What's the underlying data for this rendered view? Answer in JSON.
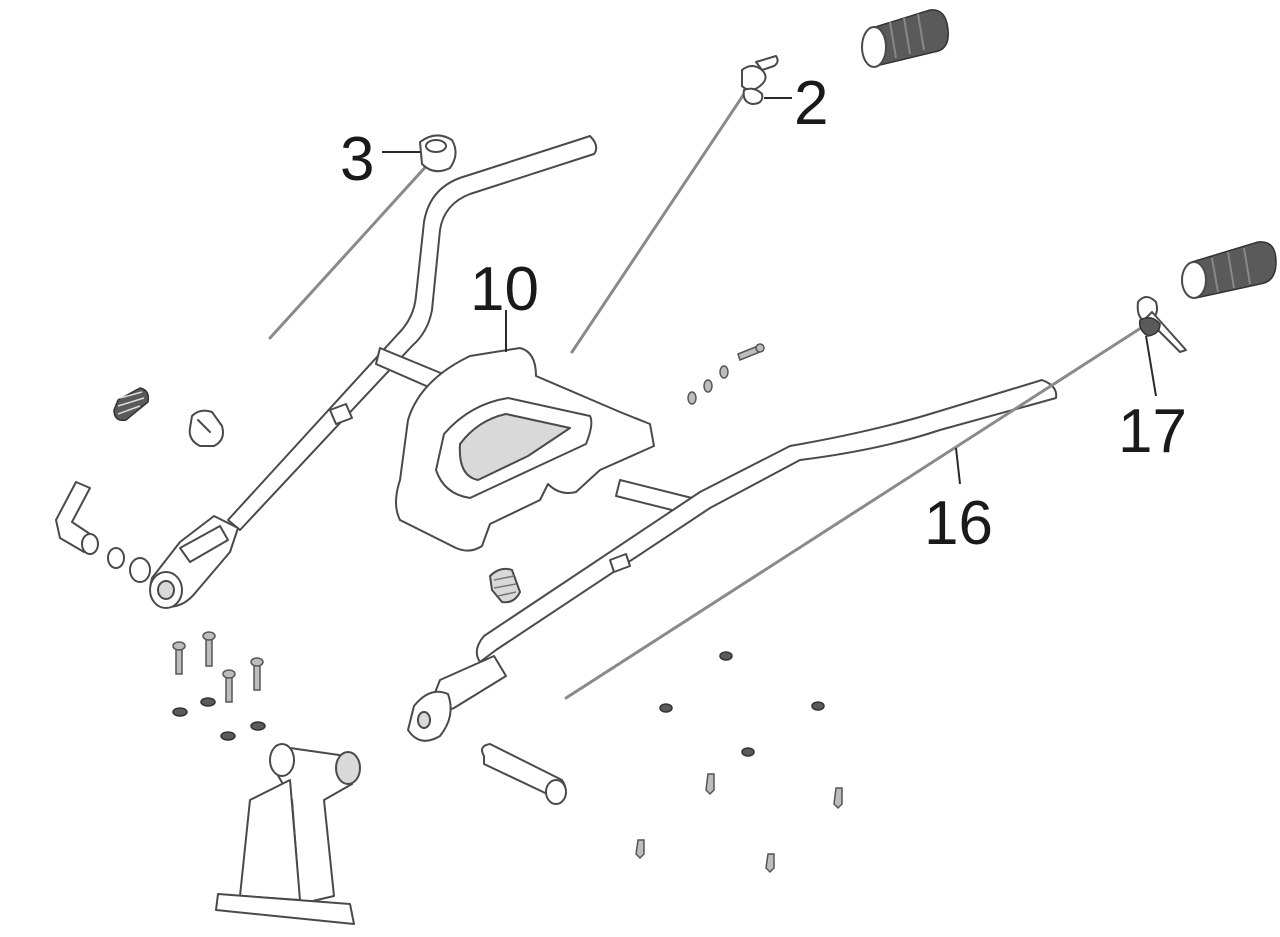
{
  "callouts": [
    {
      "id": "label-2",
      "text": "2"
    },
    {
      "id": "label-3",
      "text": "3"
    },
    {
      "id": "label-10",
      "text": "10"
    },
    {
      "id": "label-16",
      "text": "16"
    },
    {
      "id": "label-17",
      "text": "17"
    }
  ]
}
